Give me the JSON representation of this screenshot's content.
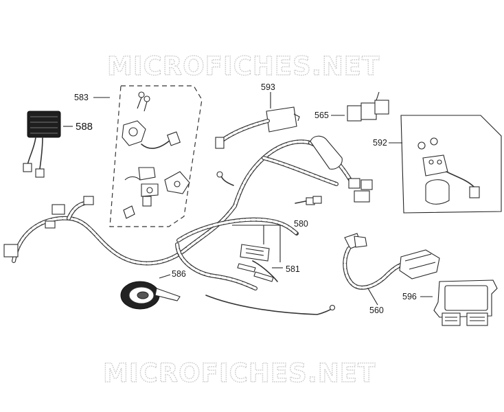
{
  "watermarks": {
    "top": "MICROFICHES.NET",
    "bottom": "MICROFICHES.NET"
  },
  "labels": {
    "p583": "583",
    "p588": "588",
    "p593": "593",
    "p565": "565",
    "p592": "592",
    "p580": "580",
    "p581": "581",
    "p586": "586",
    "p560": "560",
    "p596": "596"
  },
  "colors": {
    "line": "#222222",
    "watermark": "#c9c9c9",
    "background": "#ffffff"
  }
}
